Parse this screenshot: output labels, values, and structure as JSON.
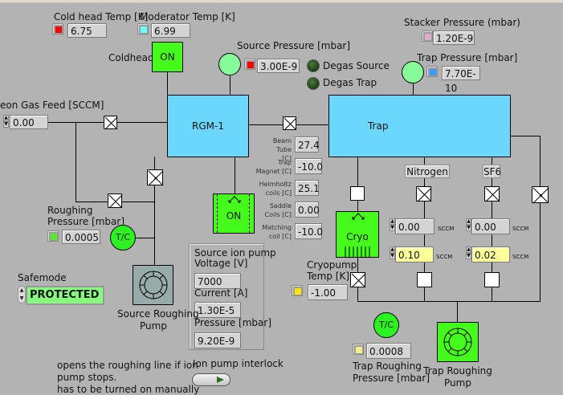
{
  "cold_head_temp": {
    "label": "Cold head Temp [K]",
    "value": "6.75",
    "led_color": "#ff0000"
  },
  "moderator_temp": {
    "label": "Moderator Temp [K]",
    "value": "6.99",
    "led_color": "#66ffff"
  },
  "coldhead": {
    "label": "Coldhead",
    "state": "ON"
  },
  "source_pressure": {
    "label": "Source Pressure [mbar]",
    "value": "3.00E-9",
    "led_color": "#ff0000"
  },
  "degas_source": {
    "label": "Degas Source"
  },
  "degas_trap": {
    "label": "Degas Trap"
  },
  "stacker_pressure": {
    "label": "Stacker Pressure (mbar)",
    "value": "1.20E-9",
    "led_color": "#d8aec8"
  },
  "trap_pressure": {
    "label": "Trap Pressure [mbar]",
    "value": "7.70E-10",
    "led_color": "#3b9cff"
  },
  "neon_gas_feed": {
    "label": "eon Gas Feed [SCCM]",
    "value": "0.00"
  },
  "rgm": {
    "label": "RGM-1"
  },
  "trap": {
    "label": "Trap"
  },
  "temperatures": [
    {
      "label1": "Beam",
      "label2": "Tube [C]",
      "value": "27.4"
    },
    {
      "label1": "Trap",
      "label2": "Magnet [C]",
      "value": "-10.0"
    },
    {
      "label1": "Helmholtz",
      "label2": "coils [C]",
      "value": "25.1"
    },
    {
      "label1": "Saddle",
      "label2": "Coils [C]",
      "value": "0.00"
    },
    {
      "label1": "Matching",
      "label2": "coil [C]",
      "value": "-10.0"
    }
  ],
  "nitrogen": {
    "label": "Nitrogen",
    "readback": "0.00",
    "setpoint": "0.10",
    "unit": "SCCM"
  },
  "sf6": {
    "label": "SF6",
    "readback": "0.00",
    "setpoint": "0.02",
    "unit": "SCCM"
  },
  "source_ion_pump": {
    "state": "ON",
    "title": "Source ion pump",
    "voltage_label": "Voltage [V]",
    "voltage": "7000",
    "current_label": "Current [A]",
    "current": "1.30E-5",
    "pressure_label": "Pressure [mbar]",
    "pressure": "9.20E-9"
  },
  "cryo": {
    "label": "Cryo",
    "temp_label1": "Cryopump",
    "temp_label2": "Temp [K]",
    "temp": "-1.00",
    "led_color": "#ffe600"
  },
  "roughing_pressure": {
    "label1": "Roughing",
    "label2": "Pressure [mbar]",
    "value": "0.0005",
    "led_color": "#55ee22"
  },
  "tc_label": "T/C",
  "safemode": {
    "label": "Safemode",
    "value": "PROTECTED"
  },
  "source_roughing_pump": {
    "label1": "Source Roughing",
    "label2": "Pump"
  },
  "trap_roughing_pressure": {
    "label1": "Trap Roughing",
    "label2": "Pressure [mbar]",
    "value": "0.0008",
    "led_color": "#f5ee88"
  },
  "trap_roughing_pump": {
    "label1": "Trap Roughing",
    "label2": "Pump"
  },
  "note": {
    "line1": "opens the roughing line if ion",
    "line2": "pump stops.",
    "line3": "has to be turned on manually"
  },
  "ion_pump_interlock": {
    "label": "Ion pump interlock"
  }
}
